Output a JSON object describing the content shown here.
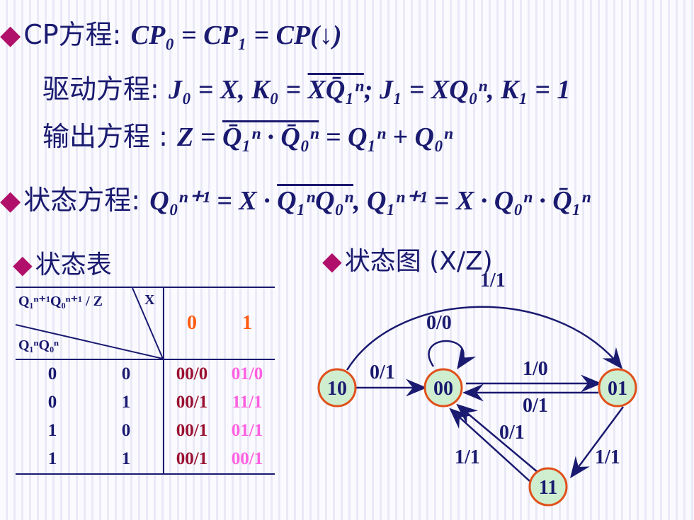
{
  "lines": {
    "cp": {
      "label": "CP方程:",
      "math": "CP₀ = CP₁ = CP(↓)"
    },
    "drive": {
      "label": "驱动方程:",
      "j0": "J₀ = X, K₀ = ",
      "k0bar": "XQ̄₁ⁿ",
      "rest": "; J₁ = XQ₀ⁿ, K₁ = 1"
    },
    "out": {
      "label": "输出方程 :",
      "z": "Z = ",
      "bar": "Q̄₁ⁿ · Q̄₀ⁿ",
      "rest": " = Q₁ⁿ + Q₀ⁿ"
    },
    "state": {
      "label": "状态方程:",
      "q0": "Q₀ⁿ⁺¹ = X · ",
      "q0bar": "Q₁ⁿQ₀ⁿ",
      "sep": ",  ",
      "q1": "Q₁ⁿ⁺¹ = X · Q₀ⁿ · Q̄₁ⁿ"
    }
  },
  "table_title": "状态表",
  "diagram_title": "状态图 (X/Z)",
  "table": {
    "header_top": "Q₁ⁿ⁺¹Q₀ⁿ⁺¹ / Z",
    "header_x": "X",
    "header_bottom": "Q₁ⁿQ₀ⁿ",
    "cols": [
      "0",
      "1"
    ],
    "rows": [
      {
        "q1": "0",
        "q0": "0",
        "x0": "00/0",
        "x1": "01/0"
      },
      {
        "q1": "0",
        "q0": "1",
        "x0": "00/1",
        "x1": "11/1"
      },
      {
        "q1": "1",
        "q0": "0",
        "x0": "00/1",
        "x1": "01/1"
      },
      {
        "q1": "1",
        "q0": "1",
        "x0": "00/1",
        "x1": "00/1"
      }
    ]
  },
  "diagram": {
    "nodes": {
      "n10": "10",
      "n00": "00",
      "n01": "01",
      "n11": "11"
    },
    "labels": {
      "top": "1/1",
      "self": "0/0",
      "l10_00": "0/1",
      "l00_01": "1/0",
      "l01_00": "0/1",
      "l11_00a": "0/1",
      "l11_00b": "1/1",
      "l01_11": "1/1"
    }
  }
}
